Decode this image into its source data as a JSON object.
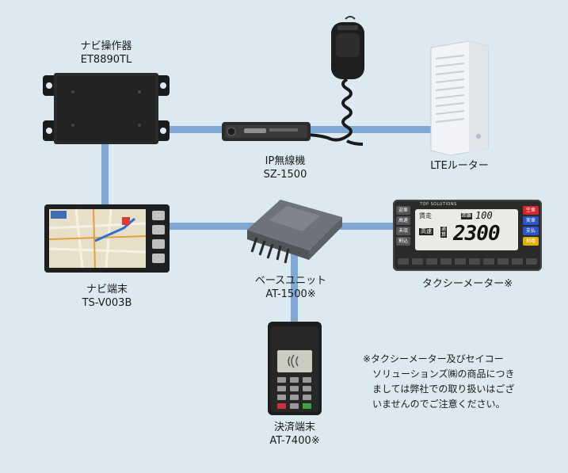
{
  "devices": {
    "nav_controller": {
      "name": "ナビ操作器",
      "model": "ET8890TL"
    },
    "ip_radio": {
      "name": "IP無線機",
      "model": "SZ-1500"
    },
    "lte_router": {
      "name": "LTEルーター"
    },
    "nav_terminal": {
      "name": "ナビ端末",
      "model": "TS-V003B"
    },
    "base_unit": {
      "name": "ベースユニット",
      "model": "AT-1500※"
    },
    "taxi_meter": {
      "name": "タクシーメーター※",
      "brand": "TOP SOLUTIONS",
      "left_buttons": [
        "迎車",
        "高速",
        "未収",
        "割込"
      ],
      "right_buttons": [
        "空車",
        "実車",
        "支払",
        "割増"
      ],
      "display_labels": [
        "賃走",
        "距離",
        "高速",
        "通算"
      ],
      "reading_top": "100",
      "reading_main": "2300"
    },
    "payment_terminal": {
      "name": "決済端末",
      "model": "AT-7400※"
    }
  },
  "note": {
    "lines": [
      "※タクシーメーター及びセイコー",
      "ソリューションズ㈱の商品につき",
      "ましては弊社での取り扱いはござ",
      "いませんのでご注意ください。"
    ]
  },
  "colors": {
    "background": "#dce9f1",
    "connector": "#7fa8d4"
  }
}
